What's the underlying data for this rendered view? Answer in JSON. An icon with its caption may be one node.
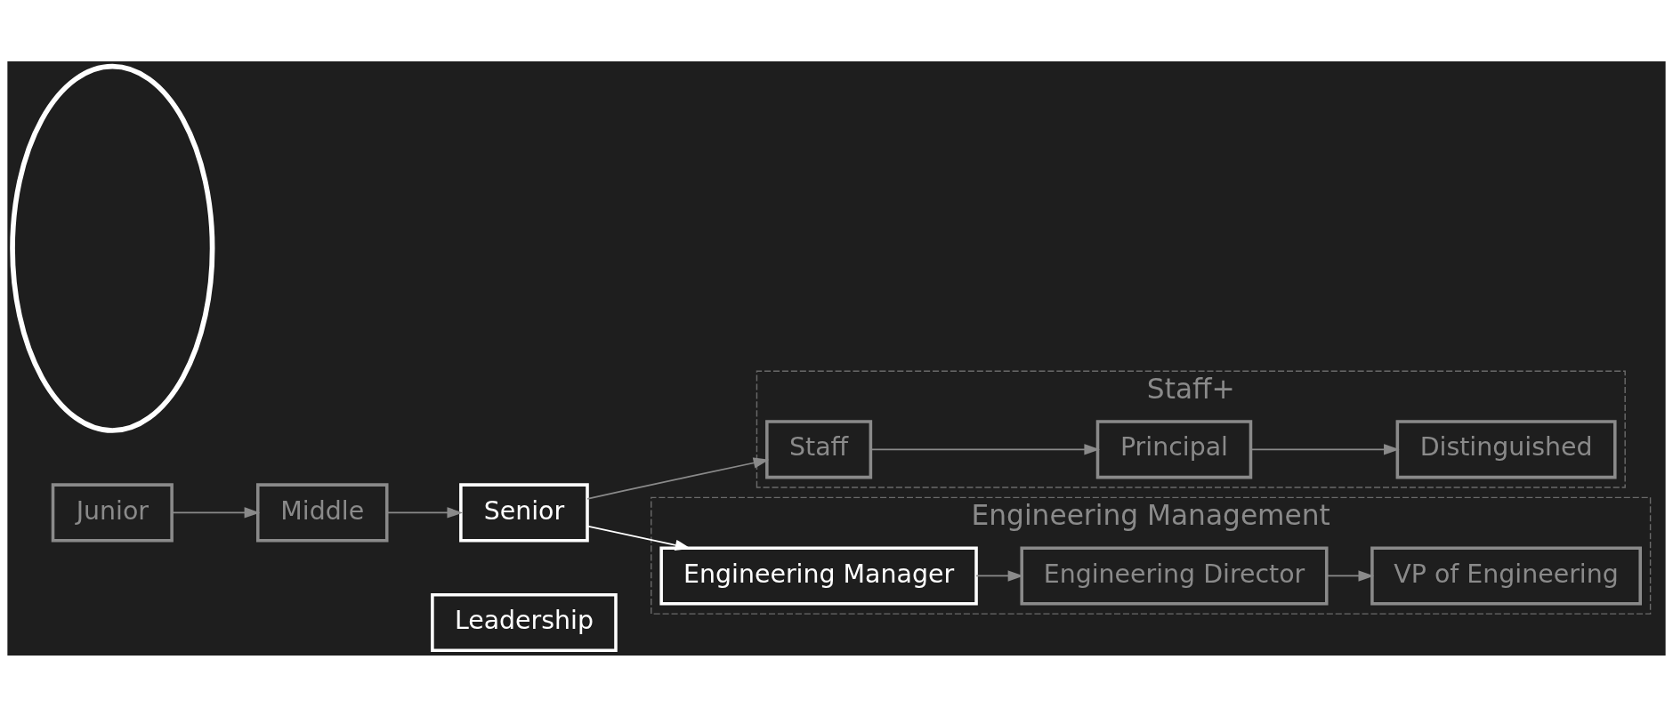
{
  "diagram": {
    "nodes": [
      {
        "text": [
          "Junior"
        ]
      },
      {
        "text": [
          "Middle"
        ]
      },
      {
        "text": [
          "Senior"
        ]
      },
      {
        "text": [
          "Leadership"
        ]
      },
      {
        "text": [
          "Staff+"
        ]
      },
      {
        "text": [
          "Staff"
        ],
        "in": 4
      },
      {
        "text": [
          "Principal"
        ],
        "in": 4
      },
      {
        "text": [
          "Distinguished"
        ],
        "in": 4
      },
      {
        "text": [
          "Engineering Management"
        ]
      },
      {
        "text": [
          "Engineering Manager"
        ],
        "in": 8
      },
      {
        "text": [
          "Engineering Director"
        ],
        "in": 8
      },
      {
        "text": [
          "VP of Engineering"
        ],
        "in": 8
      },
      {
        "text": [],
        "shape": "ellipse"
      }
    ],
    "edges": [
      {
        "from": 0,
        "to": 1,
        "arrow": "to"
      },
      {
        "from": 1,
        "to": 2,
        "arrow": "to"
      },
      {
        "from": 2,
        "to": 5,
        "arrow": "to"
      },
      {
        "from": 5,
        "to": 6,
        "arrow": "to"
      },
      {
        "from": 6,
        "to": 7,
        "arrow": "to"
      },
      {
        "from": 2,
        "to": 9,
        "arrow": "to",
        "color": "#ffffff"
      },
      {
        "from": 9,
        "to": 10,
        "arrow": "to"
      },
      {
        "from": 10,
        "to": 11,
        "arrow": "to"
      }
    ]
  }
}
